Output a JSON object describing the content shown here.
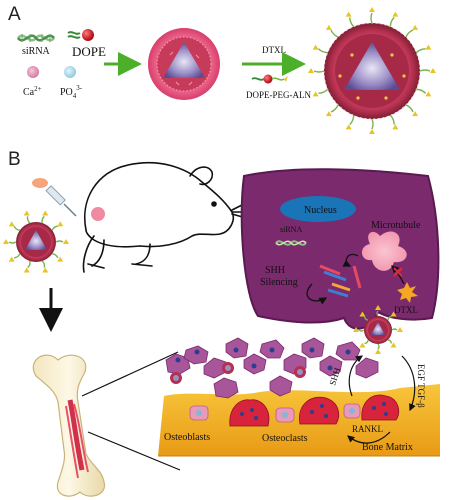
{
  "panels": {
    "a": "A",
    "b": "B"
  },
  "legend": {
    "sirna": "siRNA",
    "dope": "DOPE",
    "calcium": "Ca",
    "calcium_charge": "2+",
    "phosphate": "PO",
    "phosphate_sub": "4",
    "phosphate_charge": "3-"
  },
  "reagents": {
    "top": "DTXL",
    "bottom": "DOPE-PEG-ALN"
  },
  "cell": {
    "nucleus": "Nucleus",
    "microtubule": "Microtubule",
    "sirna": "siRNA",
    "silencing_line1": "SHH",
    "silencing_line2": "Silencing",
    "drug": "DTXL"
  },
  "bone": {
    "shh": "SHH",
    "growth_factors": "EGF  TGF-β",
    "osteoblasts": "Osteoblasts",
    "osteoclasts": "Osteoclasts",
    "rankl": "RANKL",
    "matrix": "Bone Matrix"
  },
  "colors": {
    "particle_core": "#9b8ec6",
    "particle_shell": "#b5304e",
    "cell_body": "#7c2a6e",
    "nucleus": "#1a74b8",
    "arrow_green": "#4caf2a",
    "osteoclast": "#d8233c",
    "bone_matrix": "#f2b52a"
  }
}
